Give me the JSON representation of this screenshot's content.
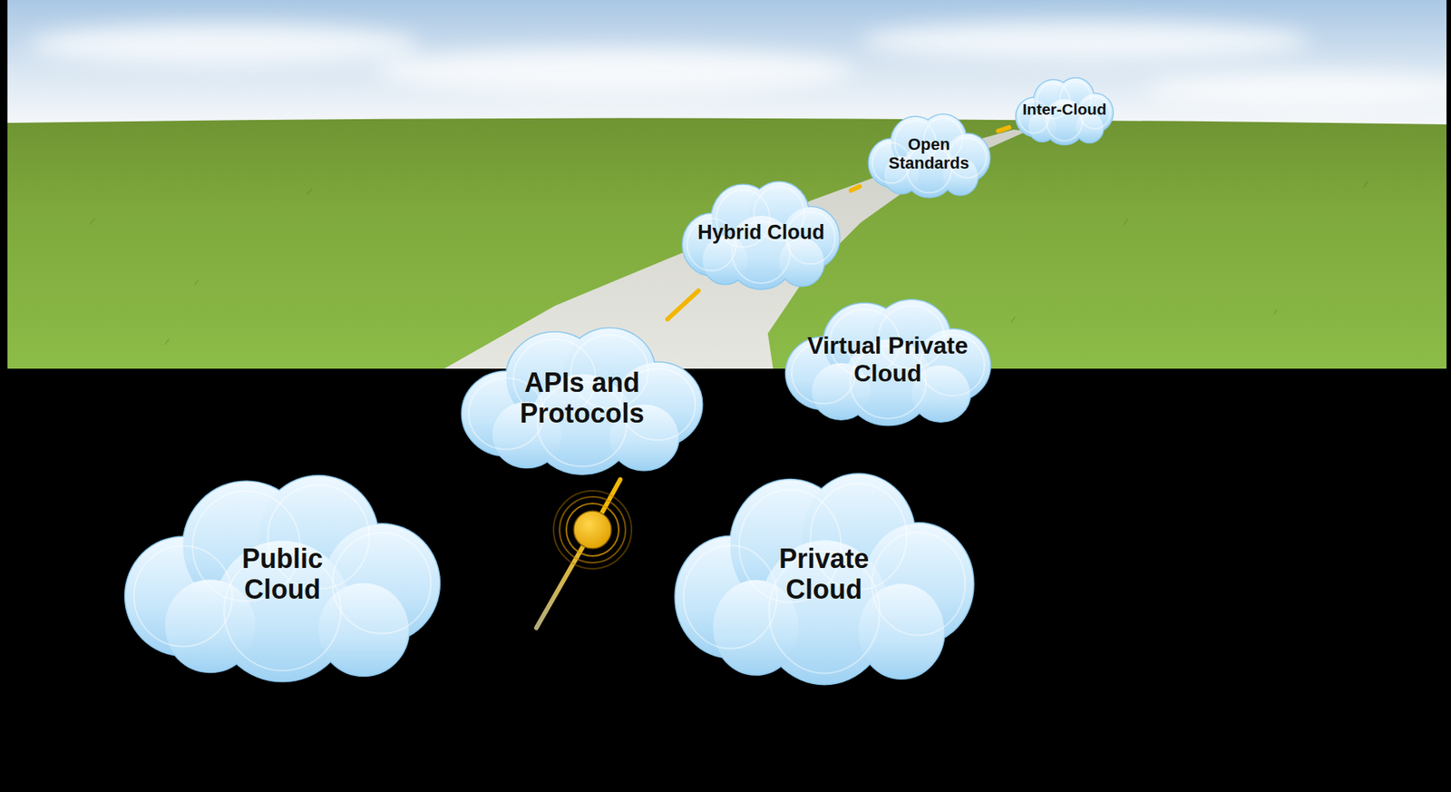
{
  "diagram": {
    "nodes": [
      {
        "text": [
          "Inter-Cloud"
        ]
      },
      {
        "text": [
          "Open Standards"
        ]
      },
      {
        "text": [
          "Hybrid Cloud"
        ]
      },
      {
        "text": [
          "Virtual Private Cloud"
        ]
      },
      {
        "text": [
          "APIs and Protocols"
        ]
      },
      {
        "text": [
          "Public Cloud"
        ]
      },
      {
        "text": [
          "Private Cloud"
        ]
      }
    ],
    "edges": [
      {
        "from": 4,
        "to": 2,
        "arrow": "none"
      },
      {
        "from": 2,
        "to": 1,
        "arrow": "none"
      },
      {
        "from": 1,
        "to": 0,
        "arrow": "none"
      }
    ]
  }
}
